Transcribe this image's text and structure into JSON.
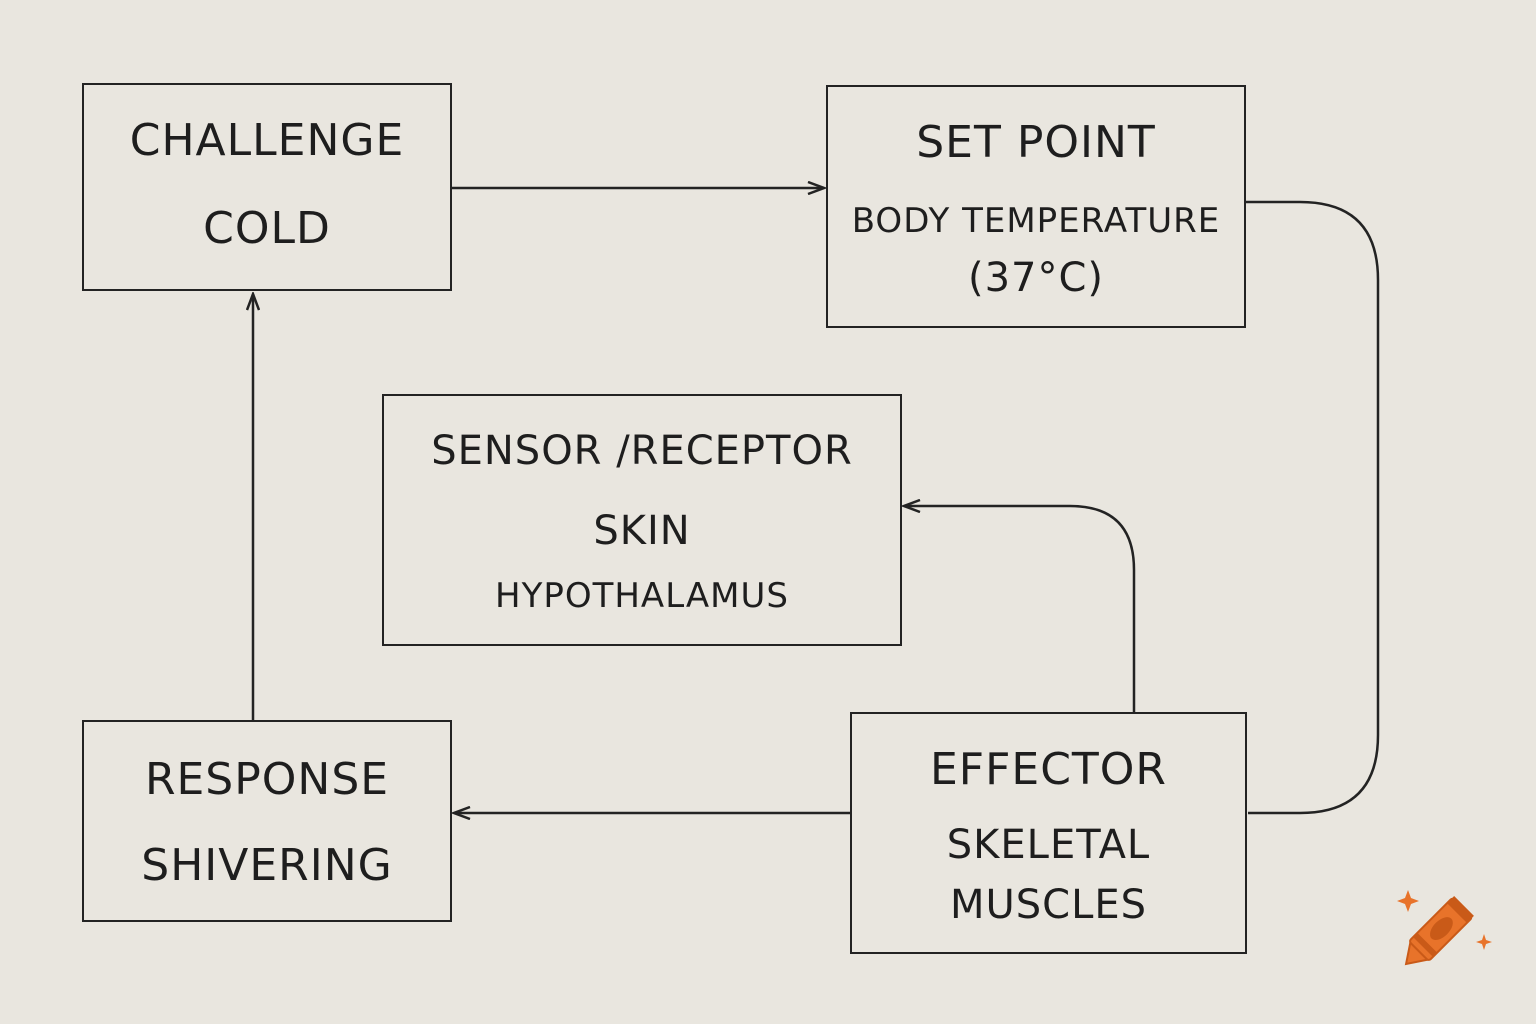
{
  "boxes": {
    "challenge": {
      "heading": "CHALLENGE",
      "value": "COLD"
    },
    "set_point": {
      "heading": "SET POINT",
      "value": "BODY TEMPERATURE",
      "detail": "(37°C)"
    },
    "sensor": {
      "heading": "SENSOR /RECEPTOR",
      "value": "SKIN",
      "detail": "HYPOTHALAMUS"
    },
    "response": {
      "heading": "RESPONSE",
      "value": "SHIVERING"
    },
    "effector": {
      "heading": "EFFECTOR",
      "value": "SKELETAL",
      "detail": "MUSCLES"
    }
  },
  "colors": {
    "background": "#e9e6df",
    "ink": "#232323",
    "logo_orange": "#e8732a"
  },
  "icons": {
    "watermark": "crayon-logo-icon"
  }
}
